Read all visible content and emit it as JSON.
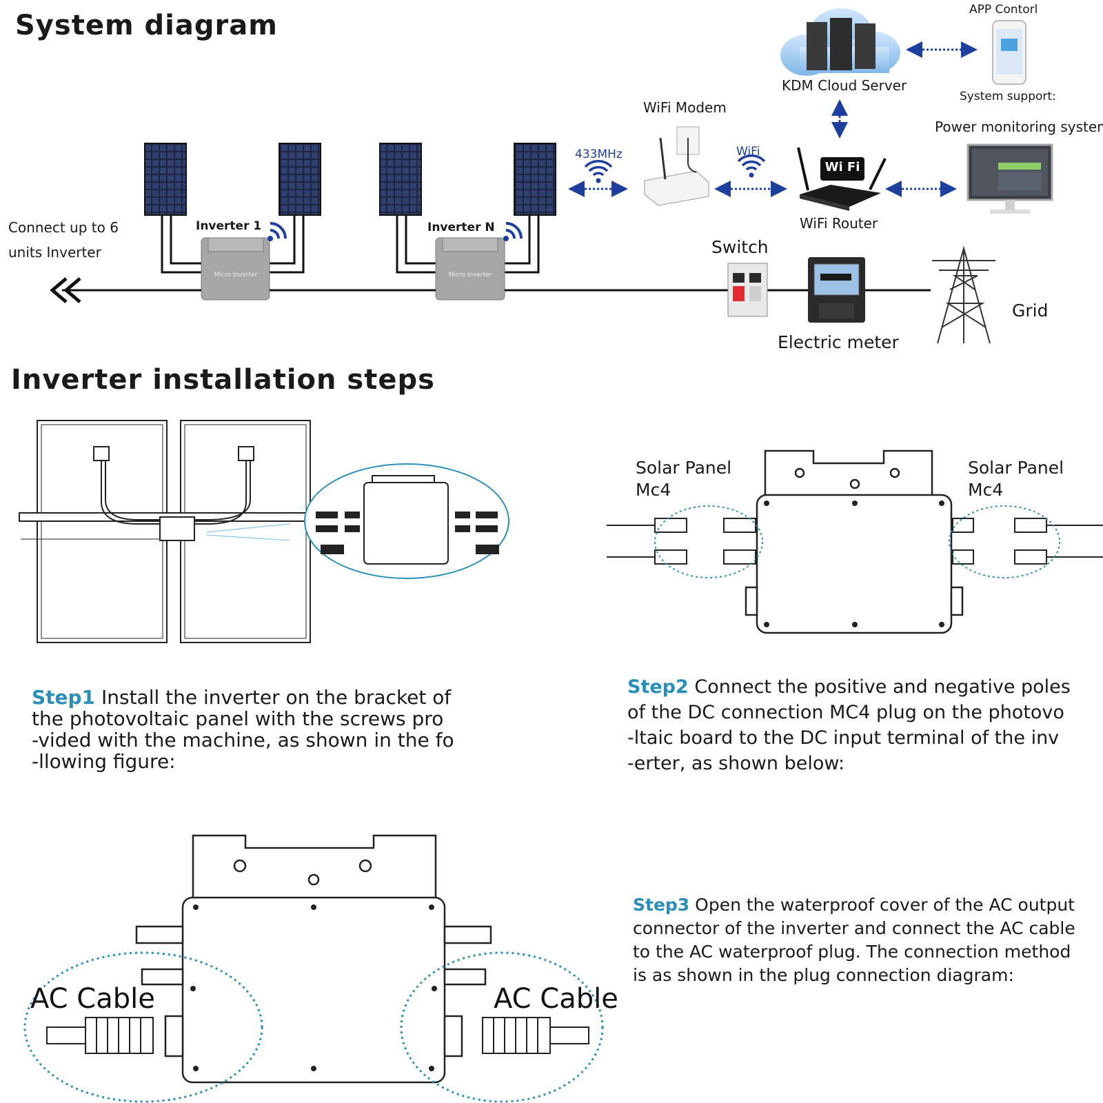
{
  "system_diagram": {
    "title": "System diagram",
    "app_control": "APP Contorl",
    "cloud_server": "KDM Cloud Server",
    "system_support": "System support:",
    "power_monitoring": "Power monitoring system",
    "wifi_modem": "WiFi Modem",
    "freq_433": "433MHz",
    "wifi_link": "WiFi",
    "wifi_router": "WiFi Router",
    "router_badge": "Wi Fi",
    "connect_note": [
      "Connect up to 6",
      "units Inverter"
    ],
    "inverter_1": "Inverter  1",
    "inverter_n": "Inverter  N",
    "inverter_face": "Micro Inverter",
    "switch": "Switch",
    "electric_meter": "Electric meter",
    "grid": "Grid"
  },
  "installation": {
    "title": "Inverter installation steps",
    "solar_panel_left": [
      "Solar Panel",
      "Mc4"
    ],
    "solar_panel_right": [
      "Solar Panel",
      "Mc4"
    ],
    "step1": {
      "tag": "Step1",
      "lines": [
        "Install the inverter on the bracket of",
        "the photovoltaic panel with the screws pro",
        "-vided with the machine, as shown in the fo",
        "-llowing figure:"
      ]
    },
    "step2": {
      "tag": "Step2",
      "lines": [
        "Connect the positive and negative poles",
        "of the DC connection MC4 plug on the photovo",
        "-ltaic board to the DC input terminal of the inv",
        "-erter, as shown below:"
      ]
    },
    "step3": {
      "tag": "Step3",
      "lines": [
        "Open the waterproof cover of the AC output",
        "connector of the inverter and connect the AC cable",
        "to the AC waterproof plug. The connection method",
        "is as shown in the plug connection diagram:"
      ]
    },
    "ac_cable_left": "AC Cable",
    "ac_cable_right": "AC Cable"
  },
  "colors": {
    "link_blue": "#1f3f9e",
    "step_tag": "#2a8fb8",
    "panel_dark": "#1c2440",
    "inverter_gray": "#a7a7a7"
  }
}
